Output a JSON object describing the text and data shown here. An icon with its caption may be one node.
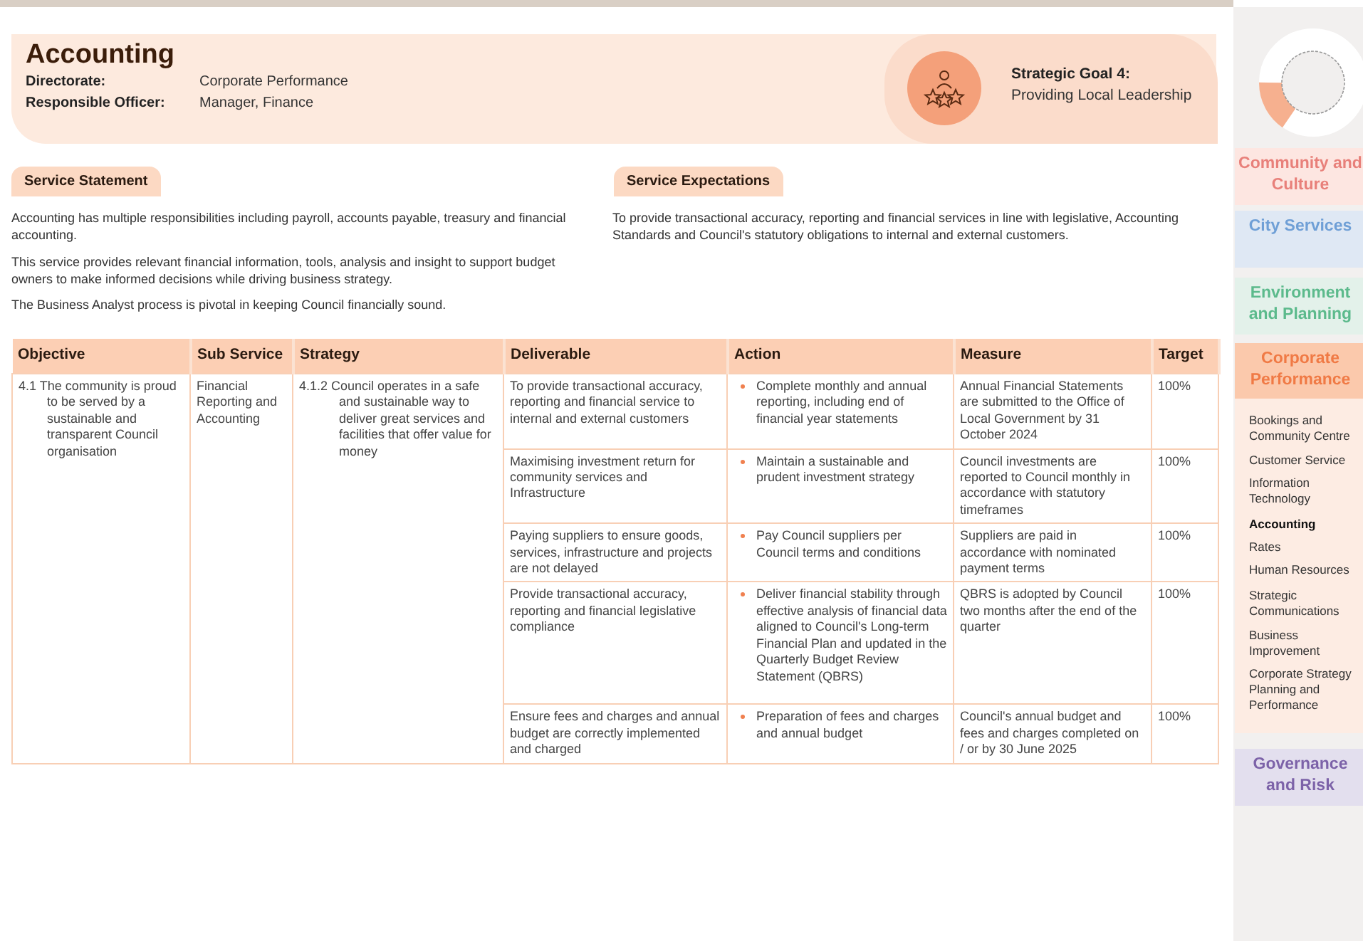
{
  "diagram": {
    "title": "Accounting",
    "nodes": [
      {
        "text": [
          "Strategic Goal 4:",
          "Providing Local Leadership"
        ]
      },
      {
        "text": [
          "Service Statement"
        ]
      },
      {
        "text": [
          "Service Expectations"
        ]
      },
      {
        "text": [
          "Community and Culture"
        ]
      },
      {
        "text": [
          "City Services"
        ]
      },
      {
        "text": [
          "Environment and Planning"
        ]
      },
      {
        "text": [
          "Corporate Performance"
        ]
      },
      {
        "text": [
          "Governance and Risk"
        ]
      }
    ],
    "labels": [
      "Directorate:",
      "Corporate Performance",
      "Responsible Officer:",
      "Manager, Finance",
      "Accounting has multiple responsibilities including payroll, accounts payable, treasury and financial accounting.",
      "This service provides relevant financial information, tools, analysis and insight to support budget owners to make informed decisions while driving business strategy.",
      "The Business Analyst process is pivotal in keeping Council financially sound.",
      "To provide transactional accuracy, reporting and financial services in line with legislative, Accounting Standards and Council's statutory obligations to internal and external customers.",
      "Objective",
      "Sub Service",
      "Strategy",
      "Deliverable",
      "Action",
      "Measure",
      "Target",
      "4.1 The community is proud to be served by a sustainable and transparent Council organisation",
      "Financial Reporting and Accounting",
      "4.1.2 Council operates in a safe and sustainable way to deliver great services and facilities that offer value for money",
      "To provide transactional accuracy, reporting and financial service to internal and external customers",
      "Complete monthly and annual reporting, including end of financial year statements",
      "Annual Financial Statements are submitted to the Office of Local Government by 31 October 2024",
      "100%",
      "Maximising investment return for community services and Infrastructure",
      "Maintain a sustainable and prudent investment strategy",
      "Council investments are reported to Council monthly in accordance with statutory timeframes",
      "100%",
      "Paying suppliers to ensure goods, services, infrastructure and projects are not delayed",
      "Pay Council suppliers per Council terms and conditions",
      "Suppliers are paid in accordance with nominated payment terms",
      "100%",
      "Provide transactional accuracy, reporting and financial legislative compliance",
      "Deliver financial stability through effective analysis of financial data aligned to Council's Long-term Financial Plan and updated in the Quarterly Budget Review Statement (QBRS)",
      "QBRS is adopted by Council two months after the end of the quarter",
      "100%",
      "Ensure fees and charges and annual budget are correctly implemented and charged",
      "Preparation of fees and charges and annual budget",
      "Council's annual budget and fees and charges completed on / or by 30 June 2025",
      "100%",
      "Bookings and Community Centre",
      "Customer Service",
      "Information Technology",
      "Accounting",
      "Rates",
      "Human Resources",
      "Strategic Communications",
      "Business Improvement",
      "Corporate Strategy Planning and Performance"
    ]
  }
}
